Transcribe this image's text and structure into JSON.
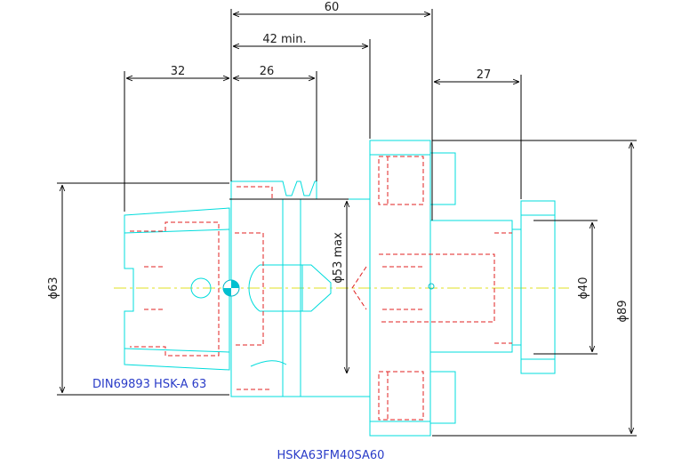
{
  "drawing": {
    "dimensions": {
      "len_total": "60",
      "len_min": "42 min.",
      "len_shank": "32",
      "len_collar": "26",
      "len_pilot": "27",
      "dia_shank": "ϕ63",
      "dia_max": "ϕ53 max",
      "dia_pilot": "ϕ40",
      "dia_flange": "ϕ89"
    },
    "labels": {
      "standard": "DIN69893 HSK-A 63",
      "part_number": "HSKA63FM40SA60"
    },
    "colors": {
      "outline": "#00dcdc",
      "hidden": "#e02020",
      "dimension": "#000000",
      "center": "#e0e020",
      "label": "#2a3cc8"
    }
  }
}
